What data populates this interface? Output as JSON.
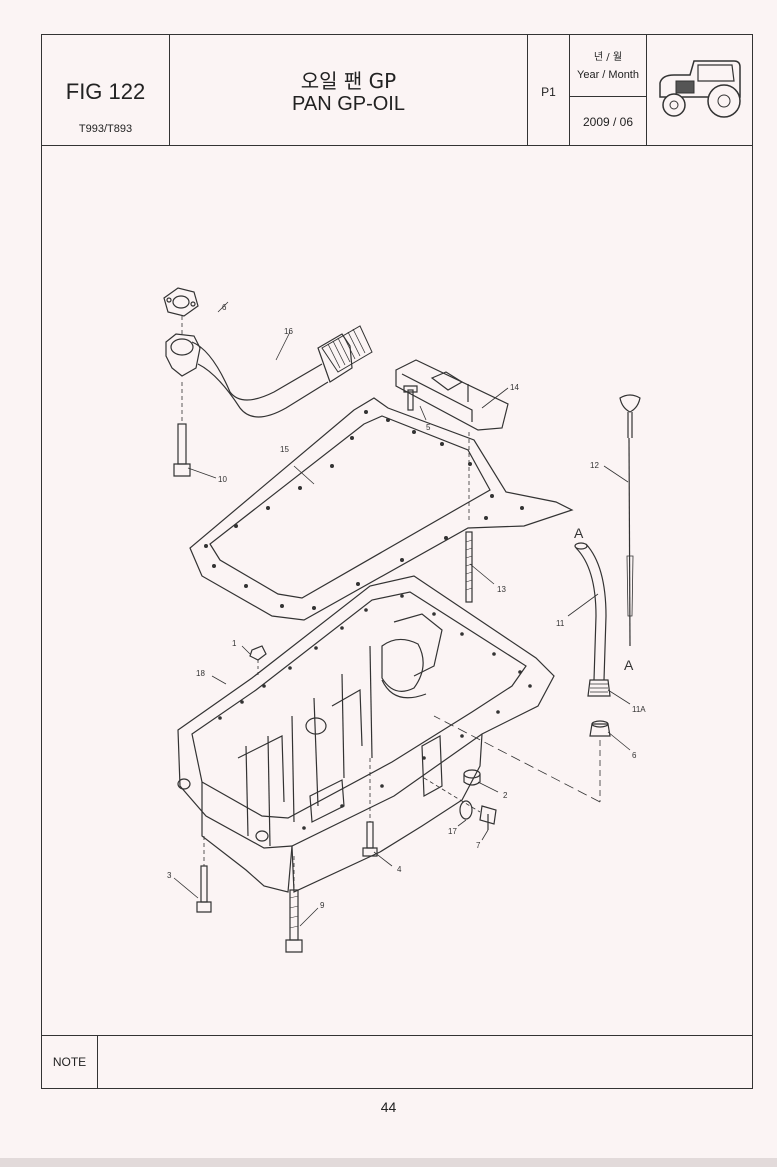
{
  "header": {
    "fig_number": "FIG 122",
    "model": "T993/T893",
    "title_ko": "오일 팬 GP",
    "title_en": "PAN GP-OIL",
    "page_code": "P1",
    "date_label_ko": "년 / 월",
    "date_label_en": "Year / Month",
    "date_value": "2009  / 06",
    "icon": "tractor-icon"
  },
  "callouts": {
    "c1": "1",
    "c2": "2",
    "c3": "3",
    "c4": "4",
    "c5": "5",
    "c6a": "6",
    "c6b": "6",
    "c7": "7",
    "c9": "9",
    "c10": "10",
    "c11": "11",
    "c11a": "11A",
    "c12": "12",
    "c13": "13",
    "c14": "14",
    "c15": "15",
    "c16": "16",
    "c17": "17",
    "c18": "18",
    "refA1": "A",
    "refA2": "A"
  },
  "note": {
    "label": "NOTE"
  },
  "footer": {
    "page_number": "44"
  }
}
